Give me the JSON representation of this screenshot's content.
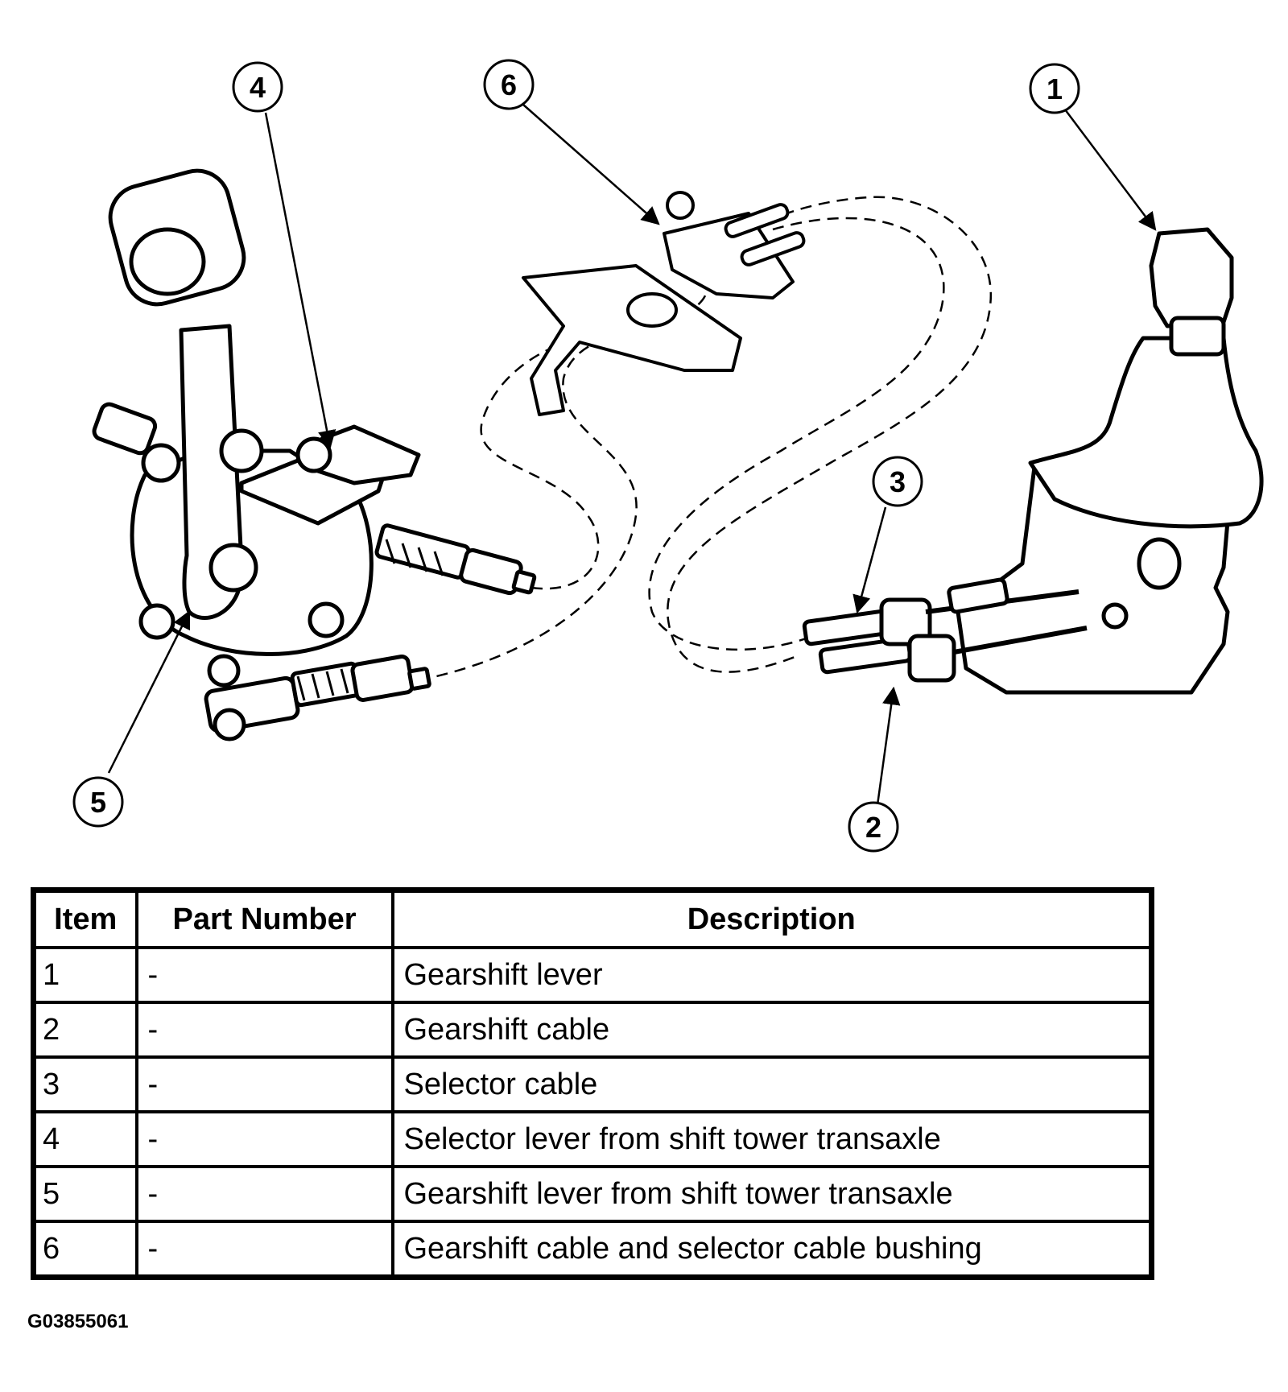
{
  "callouts": [
    {
      "number": "1",
      "target": "gearshift-lever"
    },
    {
      "number": "2",
      "target": "gearshift-cable"
    },
    {
      "number": "3",
      "target": "selector-cable"
    },
    {
      "number": "4",
      "target": "selector-lever-transaxle"
    },
    {
      "number": "5",
      "target": "gearshift-lever-transaxle"
    },
    {
      "number": "6",
      "target": "cable-bushing"
    }
  ],
  "table": {
    "headers": {
      "item": "Item",
      "part_number": "Part Number",
      "description": "Description"
    },
    "rows": [
      {
        "item": "1",
        "part_number": "-",
        "description": "Gearshift lever"
      },
      {
        "item": "2",
        "part_number": "-",
        "description": "Gearshift cable"
      },
      {
        "item": "3",
        "part_number": "-",
        "description": "Selector cable"
      },
      {
        "item": "4",
        "part_number": "-",
        "description": "Selector lever from shift tower transaxle"
      },
      {
        "item": "5",
        "part_number": "-",
        "description": "Gearshift lever from shift tower transaxle"
      },
      {
        "item": "6",
        "part_number": "-",
        "description": "Gearshift cable and selector cable bushing"
      }
    ]
  },
  "figure_id": "G03855061"
}
